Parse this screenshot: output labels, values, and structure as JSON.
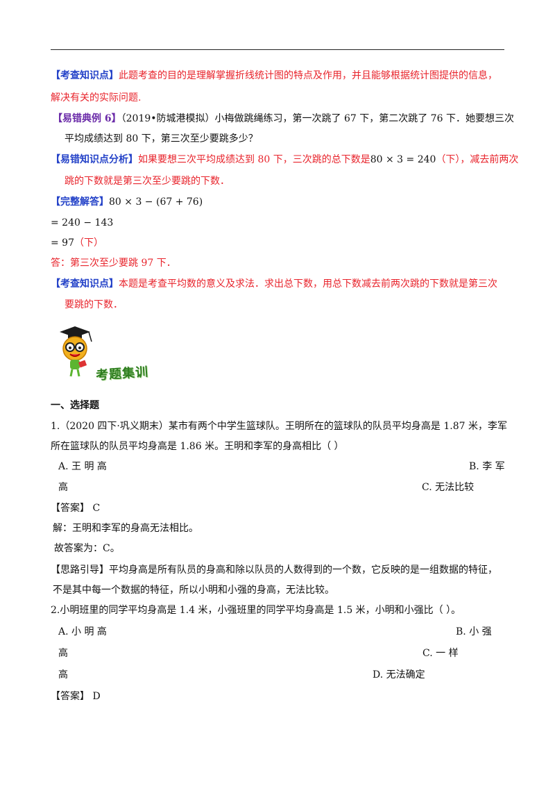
{
  "s1": {
    "tag": "【考查知识点】",
    "text1": "此题考查的目的是理解掌握折线统计图的特点及作用，并且能够根据统计图提供的信息，",
    "text2": "解决有关的实际问题."
  },
  "s2": {
    "tag": "【易错典例 6】",
    "text1": "（2019•防城港模拟）小梅做跳绳练习，第一次跳了 67 下，第二次跳了 76 下．她要想三次",
    "text2": "平均成绩达到 80 下，第三次至少要跳多少？"
  },
  "s3": {
    "tag": "【易错知识点分析】",
    "text1a": "如果要想三次平均成绩达到 80 下，三次跳的总下数是",
    "eq": "80 × 3 = 240",
    "text1b": "（下），减去前两次",
    "text2": "跳的下数就是第三次至少要跳的下数．"
  },
  "s4": {
    "tag": "【完整解答】",
    "eq1": "80 × 3 − (67 + 76)",
    "eq2": "= 240 − 143",
    "eq3": "= 97",
    "eq3_unit": "（下）",
    "answer": "答：第三次至少要跳 97 下．"
  },
  "s5": {
    "tag": "【考查知识点】",
    "text1": "本题是考查平均数的意义及求法．求出总下数，用总下数减去前两次跳的下数就是第三次",
    "text2": "要跳的下数．"
  },
  "banner": {
    "text": "考题集训"
  },
  "section_title": "一、选择题",
  "q1": {
    "line1": "1.（2020 四下·巩义期末）某市有两个中学生篮球队。王明所在的篮球队的队员平均身高是 1.87 米，李军",
    "line2": "所在篮球队的队员平均身高是 1.86 米。王明和李军的身高相比（          ）",
    "optA": "A. 王  明  高",
    "optB": "B. 李  军",
    "optB2": "高",
    "optC": "C. 无法比较",
    "answer_tag": "【答案】",
    "answer": "C",
    "sol1": "解：王明和李军的身高无法相比。",
    "sol2": "故答案为：C。",
    "hint1": "【思路引导】平均身高是所有队员的身高和除以队员的人数得到的一个数，它反映的是一组数据的特征，",
    "hint2": "不是其中每一个数据的特征，所以小明和小强的身高，无法比较。"
  },
  "q2": {
    "line1": "2.小明班里的同学平均身高是 1.4 米，小强班里的同学平均身高是 1.5 米，小明和小强比（           ）。",
    "optA": "A. 小        明        高",
    "optB": "B. 小        强",
    "optB2": "高",
    "optC": "C. 一              样",
    "optC2": "高",
    "optD": "D. 无法确定",
    "answer_tag": "【答案】",
    "answer": "D"
  }
}
